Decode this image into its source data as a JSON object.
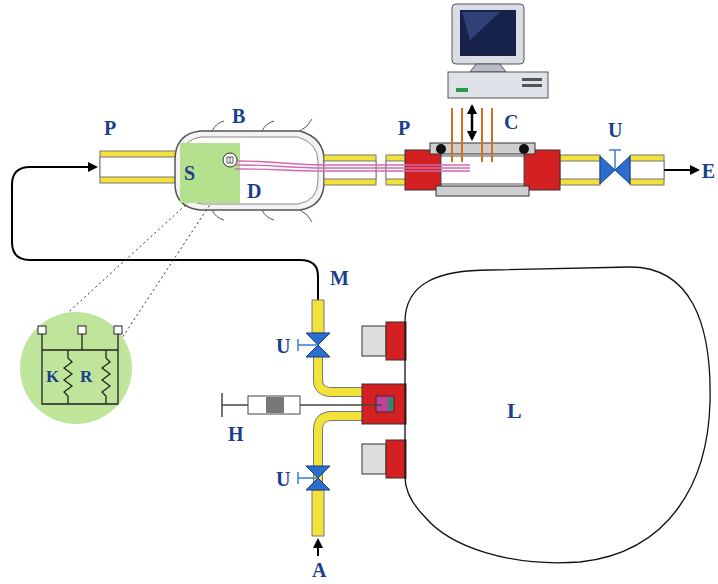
{
  "diagram": {
    "nodes": [
      {
        "text": [
          "S"
        ]
      },
      {
        "text": [
          "K",
          "R"
        ]
      },
      {
        "text": [
          "L"
        ]
      }
    ],
    "labels": [
      "P",
      "B",
      "D",
      "P",
      "C",
      "U",
      "E",
      "M",
      "U",
      "H",
      "U",
      "A"
    ]
  }
}
